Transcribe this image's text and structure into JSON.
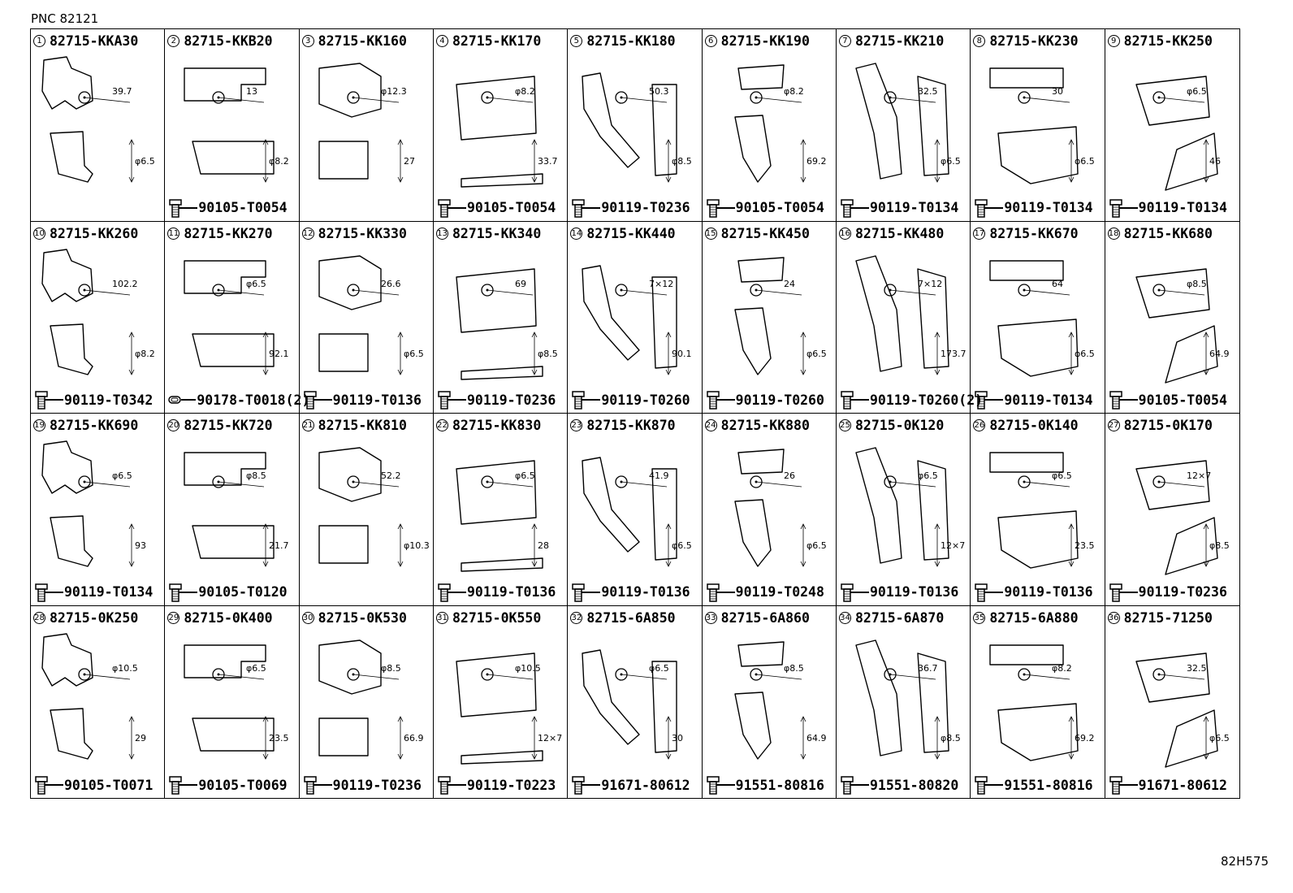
{
  "pnc": "PNC 82121",
  "ref_code": "82H575",
  "cells": [
    {
      "num": "1",
      "part": "82715-KKA30",
      "dims": [
        "39.7",
        "φ6.5"
      ],
      "bolt": "",
      "clip": false
    },
    {
      "num": "2",
      "part": "82715-KKB20",
      "dims": [
        "13",
        "φ8.2"
      ],
      "bolt": "90105-T0054",
      "clip": false
    },
    {
      "num": "3",
      "part": "82715-KK160",
      "dims": [
        "φ12.3",
        "27"
      ],
      "bolt": "",
      "clip": false
    },
    {
      "num": "4",
      "part": "82715-KK170",
      "dims": [
        "φ8.2",
        "33.7"
      ],
      "bolt": "90105-T0054",
      "clip": false
    },
    {
      "num": "5",
      "part": "82715-KK180",
      "dims": [
        "50.3",
        "φ8.5"
      ],
      "bolt": "90119-T0236",
      "clip": false
    },
    {
      "num": "6",
      "part": "82715-KK190",
      "dims": [
        "φ8.2",
        "69.2"
      ],
      "bolt": "90105-T0054",
      "clip": false
    },
    {
      "num": "7",
      "part": "82715-KK210",
      "dims": [
        "32.5",
        "φ6.5"
      ],
      "bolt": "90119-T0134",
      "clip": false
    },
    {
      "num": "8",
      "part": "82715-KK230",
      "dims": [
        "30",
        "φ6.5"
      ],
      "bolt": "90119-T0134",
      "clip": false
    },
    {
      "num": "9",
      "part": "82715-KK250",
      "dims": [
        "φ6.5",
        "46"
      ],
      "bolt": "90119-T0134",
      "clip": false
    },
    {
      "num": "10",
      "part": "82715-KK260",
      "dims": [
        "102.2",
        "φ8.2"
      ],
      "bolt": "90119-T0342",
      "clip": false
    },
    {
      "num": "11",
      "part": "82715-KK270",
      "dims": [
        "φ6.5",
        "92.1"
      ],
      "bolt": "90178-T0018(2)",
      "clip": true
    },
    {
      "num": "12",
      "part": "82715-KK330",
      "dims": [
        "26.6",
        "φ6.5"
      ],
      "bolt": "90119-T0136",
      "clip": false
    },
    {
      "num": "13",
      "part": "82715-KK340",
      "dims": [
        "69",
        "φ8.5"
      ],
      "bolt": "90119-T0236",
      "clip": false
    },
    {
      "num": "14",
      "part": "82715-KK440",
      "dims": [
        "7×12",
        "90.1"
      ],
      "bolt": "90119-T0260",
      "clip": false
    },
    {
      "num": "15",
      "part": "82715-KK450",
      "dims": [
        "24",
        "φ6.5"
      ],
      "bolt": "90119-T0260",
      "clip": false
    },
    {
      "num": "16",
      "part": "82715-KK480",
      "dims": [
        "7×12",
        "173.7"
      ],
      "bolt": "90119-T0260(2)",
      "clip": false
    },
    {
      "num": "17",
      "part": "82715-KK670",
      "dims": [
        "64",
        "φ6.5"
      ],
      "bolt": "90119-T0134",
      "clip": false
    },
    {
      "num": "18",
      "part": "82715-KK680",
      "dims": [
        "φ8.5",
        "64.9"
      ],
      "bolt": "90105-T0054",
      "clip": false
    },
    {
      "num": "19",
      "part": "82715-KK690",
      "dims": [
        "φ6.5",
        "93"
      ],
      "bolt": "90119-T0134",
      "clip": false
    },
    {
      "num": "20",
      "part": "82715-KK720",
      "dims": [
        "φ8.5",
        "21.7"
      ],
      "bolt": "90105-T0120",
      "clip": false
    },
    {
      "num": "21",
      "part": "82715-KK810",
      "dims": [
        "52.2",
        "φ10.3"
      ],
      "bolt": "",
      "clip": false
    },
    {
      "num": "22",
      "part": "82715-KK830",
      "dims": [
        "φ6.5",
        "28"
      ],
      "bolt": "90119-T0136",
      "clip": false
    },
    {
      "num": "23",
      "part": "82715-KK870",
      "dims": [
        "41.9",
        "φ6.5"
      ],
      "bolt": "90119-T0136",
      "clip": false
    },
    {
      "num": "24",
      "part": "82715-KK880",
      "dims": [
        "26",
        "φ6.5"
      ],
      "bolt": "90119-T0248",
      "clip": false
    },
    {
      "num": "25",
      "part": "82715-0K120",
      "dims": [
        "φ6.5",
        "12×7"
      ],
      "bolt": "90119-T0136",
      "clip": false
    },
    {
      "num": "26",
      "part": "82715-0K140",
      "dims": [
        "φ6.5",
        "23.5"
      ],
      "bolt": "90119-T0136",
      "clip": false
    },
    {
      "num": "27",
      "part": "82715-0K170",
      "dims": [
        "12×7",
        "φ8.5"
      ],
      "bolt": "90119-T0236",
      "clip": false
    },
    {
      "num": "28",
      "part": "82715-0K250",
      "dims": [
        "φ10.5",
        "29"
      ],
      "bolt": "90105-T0071",
      "clip": false
    },
    {
      "num": "29",
      "part": "82715-0K400",
      "dims": [
        "φ6.5",
        "23.5"
      ],
      "bolt": "90105-T0069",
      "clip": false
    },
    {
      "num": "30",
      "part": "82715-0K530",
      "dims": [
        "φ8.5",
        "66.9"
      ],
      "bolt": "90119-T0236",
      "clip": false
    },
    {
      "num": "31",
      "part": "82715-0K550",
      "dims": [
        "φ10.5",
        "12×7"
      ],
      "bolt": "90119-T0223",
      "clip": false
    },
    {
      "num": "32",
      "part": "82715-6A850",
      "dims": [
        "φ6.5",
        "30"
      ],
      "bolt": "91671-80612",
      "clip": false
    },
    {
      "num": "33",
      "part": "82715-6A860",
      "dims": [
        "φ8.5",
        "64.9"
      ],
      "bolt": "91551-80816",
      "clip": false
    },
    {
      "num": "34",
      "part": "82715-6A870",
      "dims": [
        "36.7",
        "φ8.5"
      ],
      "bolt": "91551-80820",
      "clip": false
    },
    {
      "num": "35",
      "part": "82715-6A880",
      "dims": [
        "φ8.2",
        "69.2"
      ],
      "bolt": "91551-80816",
      "clip": false
    },
    {
      "num": "36",
      "part": "82715-71250",
      "dims": [
        "32.5",
        "φ6.5"
      ],
      "bolt": "91671-80612",
      "clip": false
    }
  ]
}
